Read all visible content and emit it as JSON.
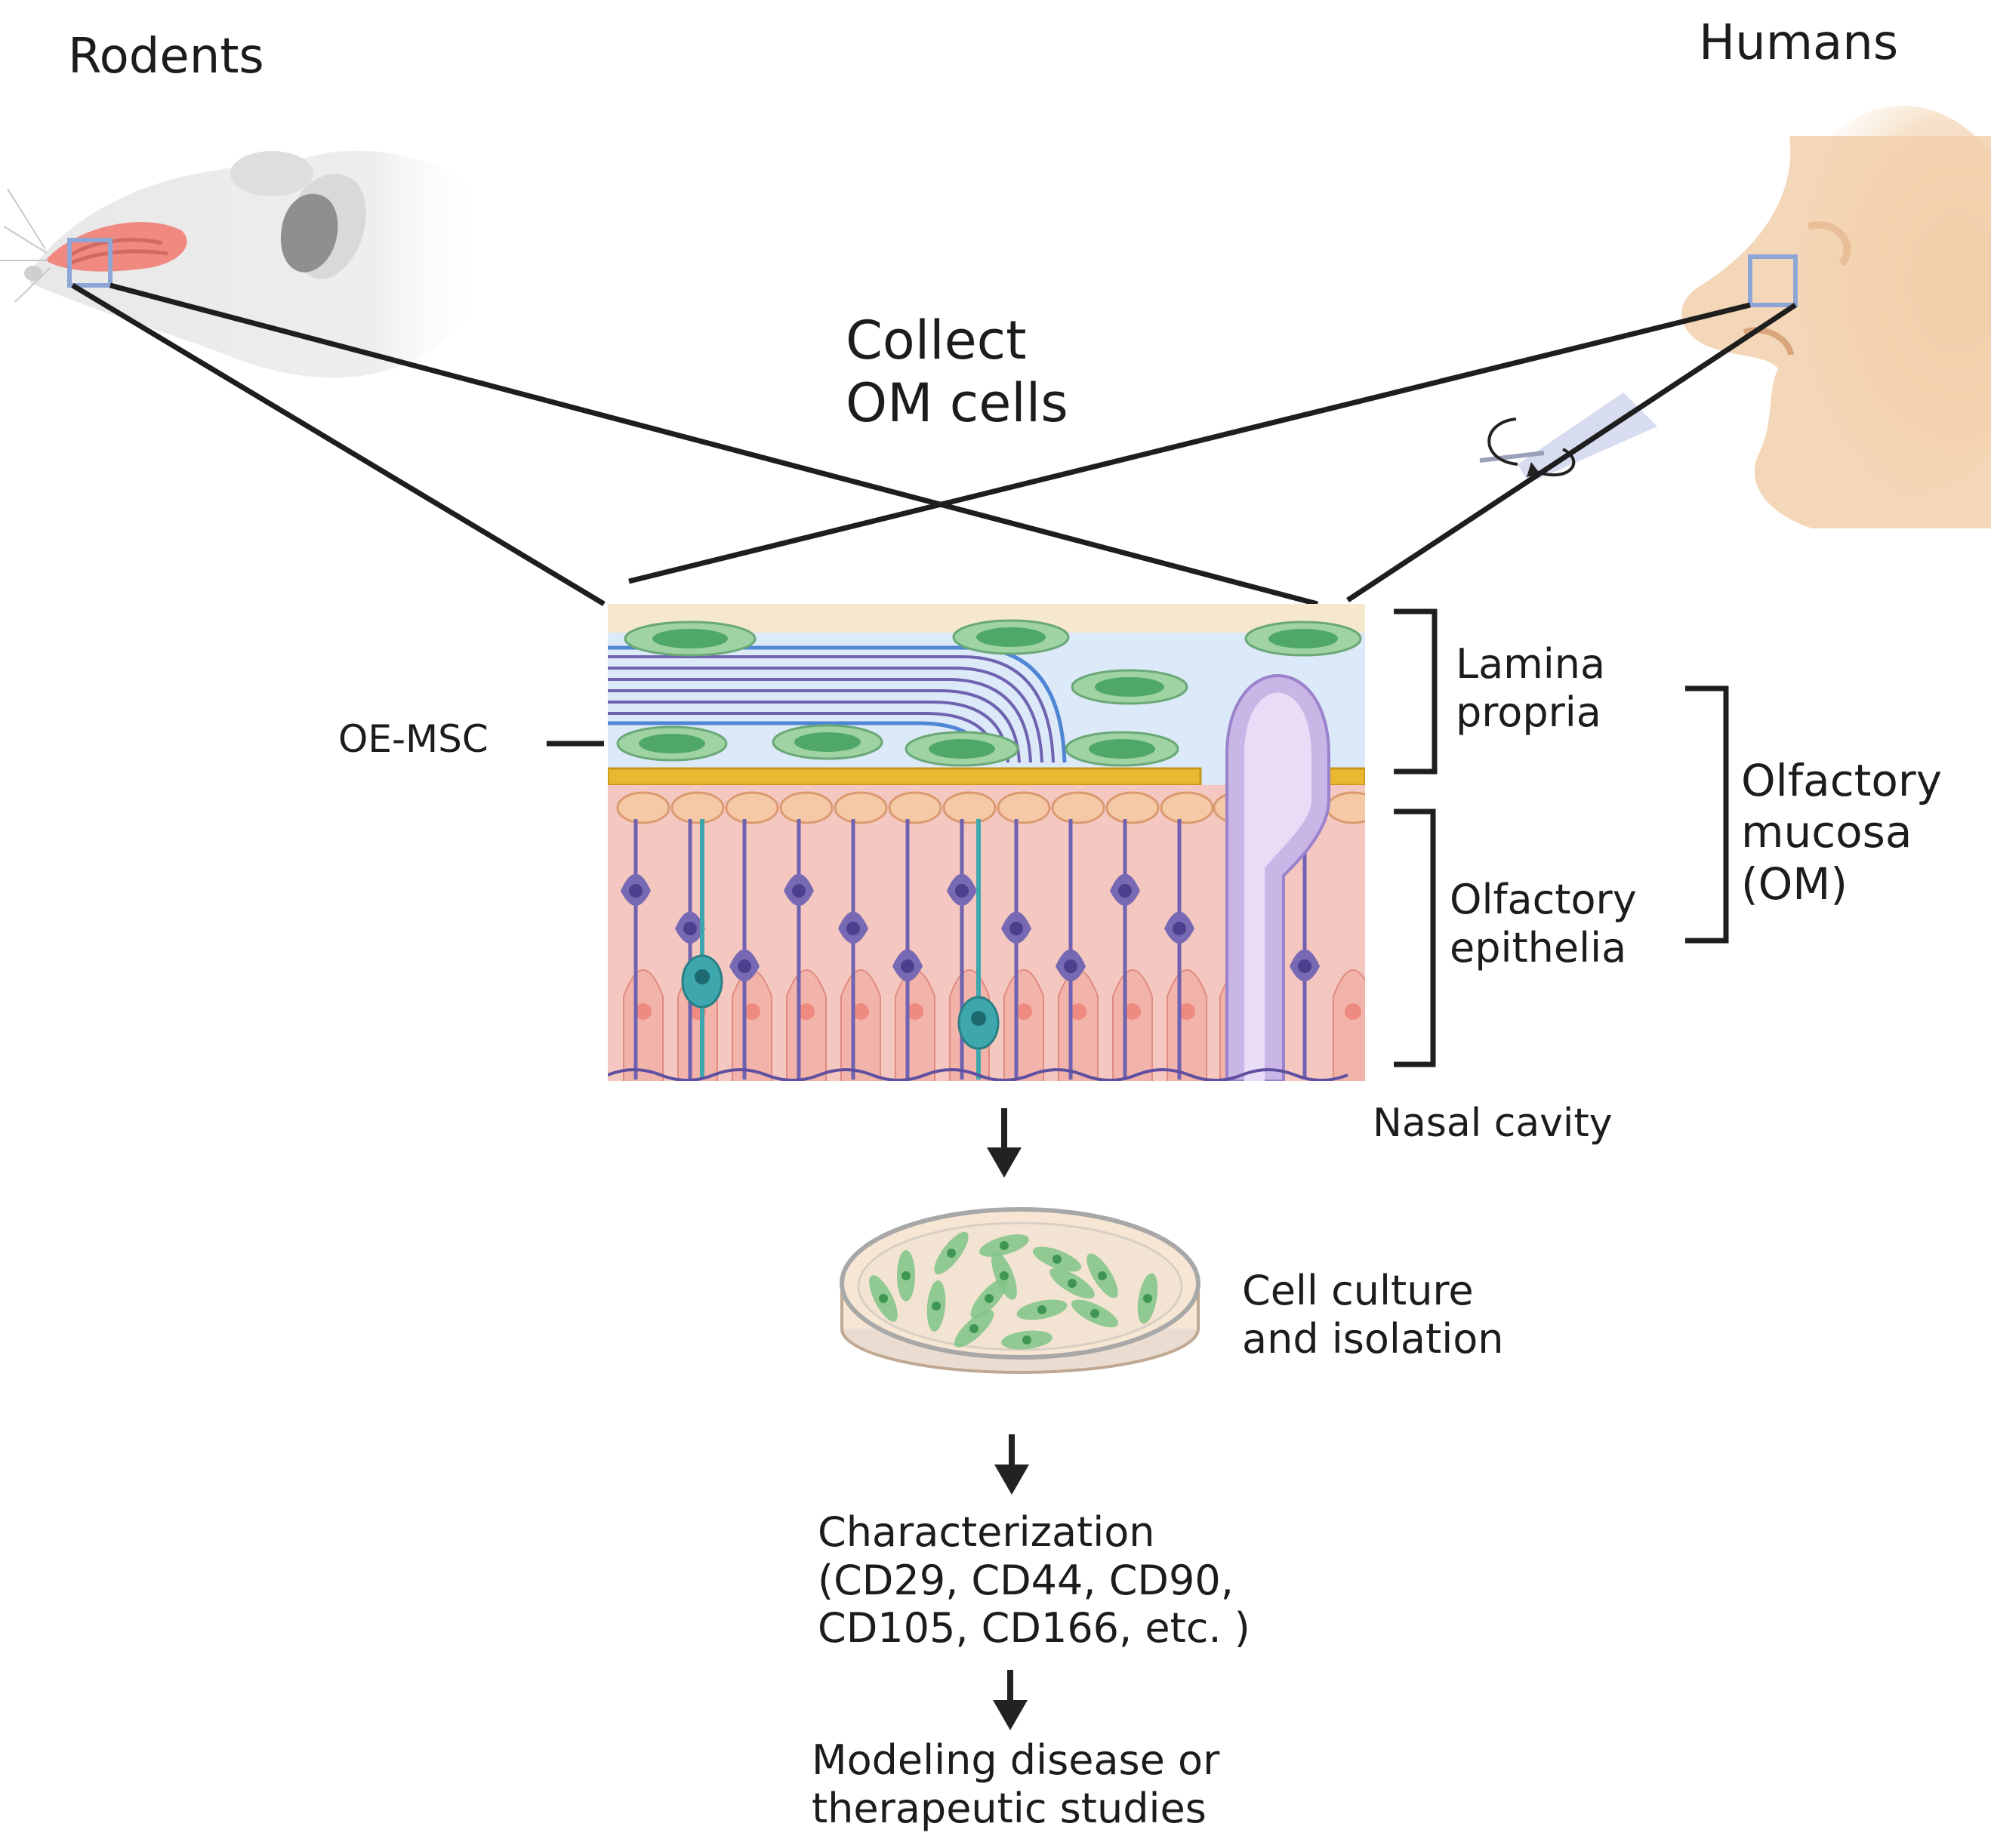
{
  "labels": {
    "rodents": "Rodents",
    "humans": "Humans",
    "collect": [
      "Collect",
      "OM cells"
    ],
    "lamina_propria": [
      "Lamina",
      "propria"
    ],
    "olfactory_epithelia": [
      "Olfactory",
      "epithelia"
    ],
    "olfactory_mucosa": [
      "Olfactory",
      "mucosa",
      "(OM)"
    ],
    "oe_msc": "OE-MSC",
    "nasal_cavity": "Nasal cavity",
    "cell_culture": [
      "Cell culture",
      "and isolation"
    ],
    "characterization": [
      "Characterization",
      "(CD29, CD44, CD90,",
      "CD105, CD166, etc. )"
    ],
    "modeling": [
      "Modeling disease or",
      "therapeutic studies"
    ]
  },
  "colors": {
    "line": "#1e1e1e",
    "selection_box": "#8ea6d6",
    "mouse_body": "#e3e3e3",
    "mouse_ear": "#8f8f8f",
    "olfactory_tissue": "#f08a80",
    "human_skin": "#f2d0ac",
    "lamina_bg": "#dce9f8",
    "top_layer": "#f6e8cc",
    "msc_cell": "#9fd3a3",
    "msc_nucleus": "#4fa868",
    "fibers": "#6f62b0",
    "basement_membrane": "#e8b830",
    "sustentacular": "#f6c9a6",
    "epithelium_bg": "#f4c8c0",
    "neuron": "#7769b3",
    "microvillar": "#3ea7ad",
    "gland": "#c9b6e6",
    "dish_media": "#f8e6d4",
    "arrow": "#222222"
  }
}
